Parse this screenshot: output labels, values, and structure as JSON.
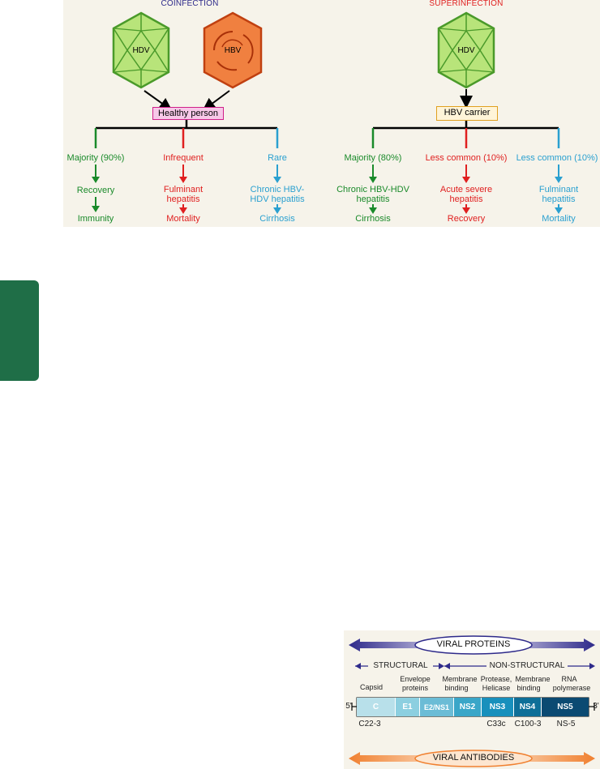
{
  "coinfection": {
    "title": "COINFECTION",
    "virus_a": "HDV",
    "virus_b": "HBV",
    "host": "Healthy person",
    "branches": [
      {
        "frequency": "Majority (90%)",
        "outcome_line1": "Recovery",
        "outcome_line2": "",
        "final": "Immunity",
        "color": "#1a8a2a"
      },
      {
        "frequency": "Infrequent",
        "outcome_line1": "Fulminant",
        "outcome_line2": "hepatitis",
        "final": "Mortality",
        "color": "#e02020"
      },
      {
        "frequency": "Rare",
        "outcome_line1": "Chronic HBV-",
        "outcome_line2": "HDV hepatitis",
        "final": "Cirrhosis",
        "color": "#2aa0d0"
      }
    ]
  },
  "superinfection": {
    "title": "SUPERINFECTION",
    "virus": "HDV",
    "host": "HBV carrier",
    "branches": [
      {
        "frequency": "Majority (80%)",
        "outcome_line1": "Chronic HBV-HDV",
        "outcome_line2": "hepatitis",
        "final": "Cirrhosis",
        "color": "#1a8a2a"
      },
      {
        "frequency": "Less common (10%)",
        "outcome_line1": "Acute severe",
        "outcome_line2": "hepatitis",
        "final": "Recovery",
        "color": "#e02020"
      },
      {
        "frequency": "Less common (10%)",
        "outcome_line1": "Fulminant",
        "outcome_line2": "hepatitis",
        "final": "Mortality",
        "color": "#2aa0d0"
      }
    ]
  },
  "colors": {
    "coinfection_title": "#2e2a8a",
    "superinfection_title": "#e02020",
    "hdv_fill": "#b8e47a",
    "hdv_stroke": "#4a9a2a",
    "hbv_fill": "#f08040",
    "hbv_stroke": "#c04010",
    "healthy_box_fill": "#f7c8e8",
    "healthy_box_stroke": "#d0208a",
    "carrier_box_fill": "#fff4d8",
    "carrier_box_stroke": "#e0a020",
    "side_tab": "#1f6e47"
  },
  "genome": {
    "viral_proteins": "VIRAL PROTEINS",
    "structural": "STRUCTURAL",
    "non_structural": "NON-STRUCTURAL",
    "five_prime": "5'",
    "three_prime": "3'",
    "viral_antibodies": "VIRAL ANTIBODIES",
    "regions": [
      {
        "name": "C",
        "function": "Capsid",
        "antibody": "C22-3",
        "color": "#b8e0ea"
      },
      {
        "name": "E1",
        "function": "Envelope",
        "function2": "proteins",
        "antibody": "",
        "color": "#8ccfe0"
      },
      {
        "name": "E2/NS1",
        "function": "",
        "antibody": "",
        "color": "#6bbcd6"
      },
      {
        "name": "NS2",
        "function": "Membrane",
        "function2": "binding",
        "antibody": "",
        "color": "#3aa6c8"
      },
      {
        "name": "NS3",
        "function": "Protease,",
        "function2": "Helicase",
        "antibody": "C33c",
        "color": "#1890bc"
      },
      {
        "name": "NS4",
        "function": "Membrane",
        "function2": "binding",
        "antibody": "C100-3",
        "color": "#0e6f98"
      },
      {
        "name": "NS5",
        "function": "RNA",
        "function2": "polymerase",
        "antibody": "NS-5",
        "color": "#0b4a72"
      }
    ]
  }
}
